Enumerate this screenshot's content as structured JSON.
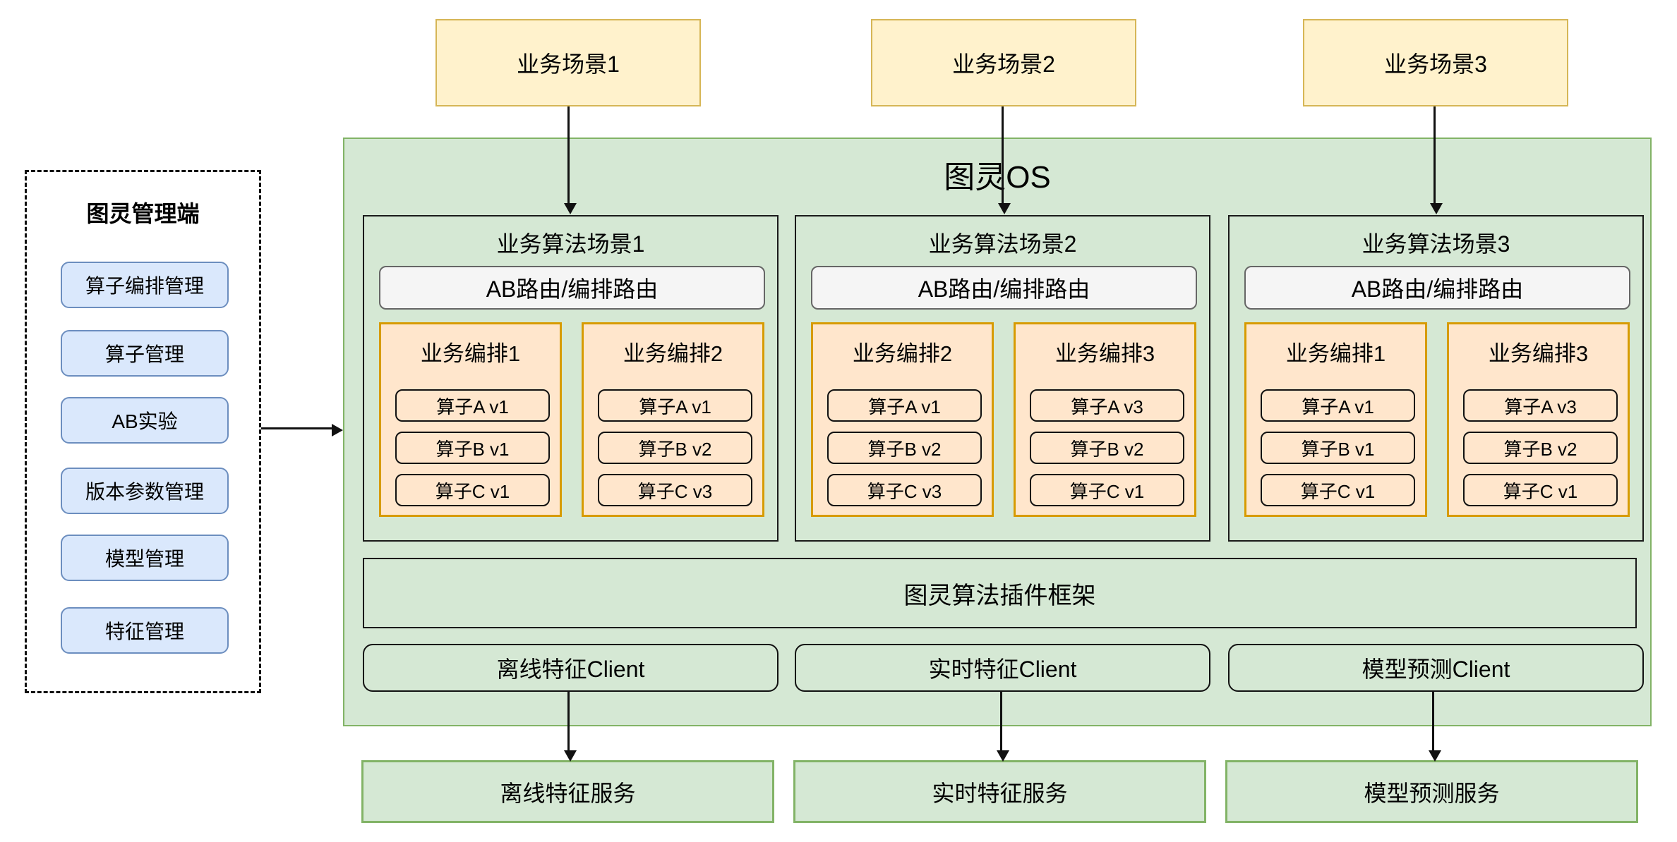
{
  "diagram": {
    "management_panel": {
      "title": "图灵管理端",
      "items": [
        "算子编排管理",
        "算子管理",
        "AB实验",
        "版本参数管理",
        "模型管理",
        "特征管理"
      ]
    },
    "business_scenes": [
      "业务场景1",
      "业务场景2",
      "业务场景3"
    ],
    "os": {
      "title": "图灵OS",
      "algorithm_scenes": [
        {
          "title": "业务算法场景1",
          "router": "AB路由/编排路由",
          "orchestrations": [
            {
              "title": "业务编排1",
              "operators": [
                "算子A v1",
                "算子B v1",
                "算子C v1"
              ]
            },
            {
              "title": "业务编排2",
              "operators": [
                "算子A v1",
                "算子B v2",
                "算子C v3"
              ]
            }
          ]
        },
        {
          "title": "业务算法场景2",
          "router": "AB路由/编排路由",
          "orchestrations": [
            {
              "title": "业务编排2",
              "operators": [
                "算子A v1",
                "算子B v2",
                "算子C v3"
              ]
            },
            {
              "title": "业务编排3",
              "operators": [
                "算子A v3",
                "算子B v2",
                "算子C v1"
              ]
            }
          ]
        },
        {
          "title": "业务算法场景3",
          "router": "AB路由/编排路由",
          "orchestrations": [
            {
              "title": "业务编排1",
              "operators": [
                "算子A v1",
                "算子B v1",
                "算子C v1"
              ]
            },
            {
              "title": "业务编排3",
              "operators": [
                "算子A v3",
                "算子B v2",
                "算子C v1"
              ]
            }
          ]
        }
      ],
      "plugin_framework": "图灵算法插件框架",
      "clients": [
        "离线特征Client",
        "实时特征Client",
        "模型预测Client"
      ]
    },
    "services": [
      "离线特征服务",
      "实时特征服务",
      "模型预测服务"
    ],
    "colors": {
      "scene_fill": "#fff2cc",
      "scene_border": "#d6b656",
      "green_fill": "#d5e8d4",
      "green_border": "#82b366",
      "orange_fill": "#ffe6cc",
      "orange_border": "#d79b00",
      "blue_fill": "#dae8fc",
      "blue_border": "#6c8ebf",
      "router_fill": "#f5f5f5"
    }
  }
}
